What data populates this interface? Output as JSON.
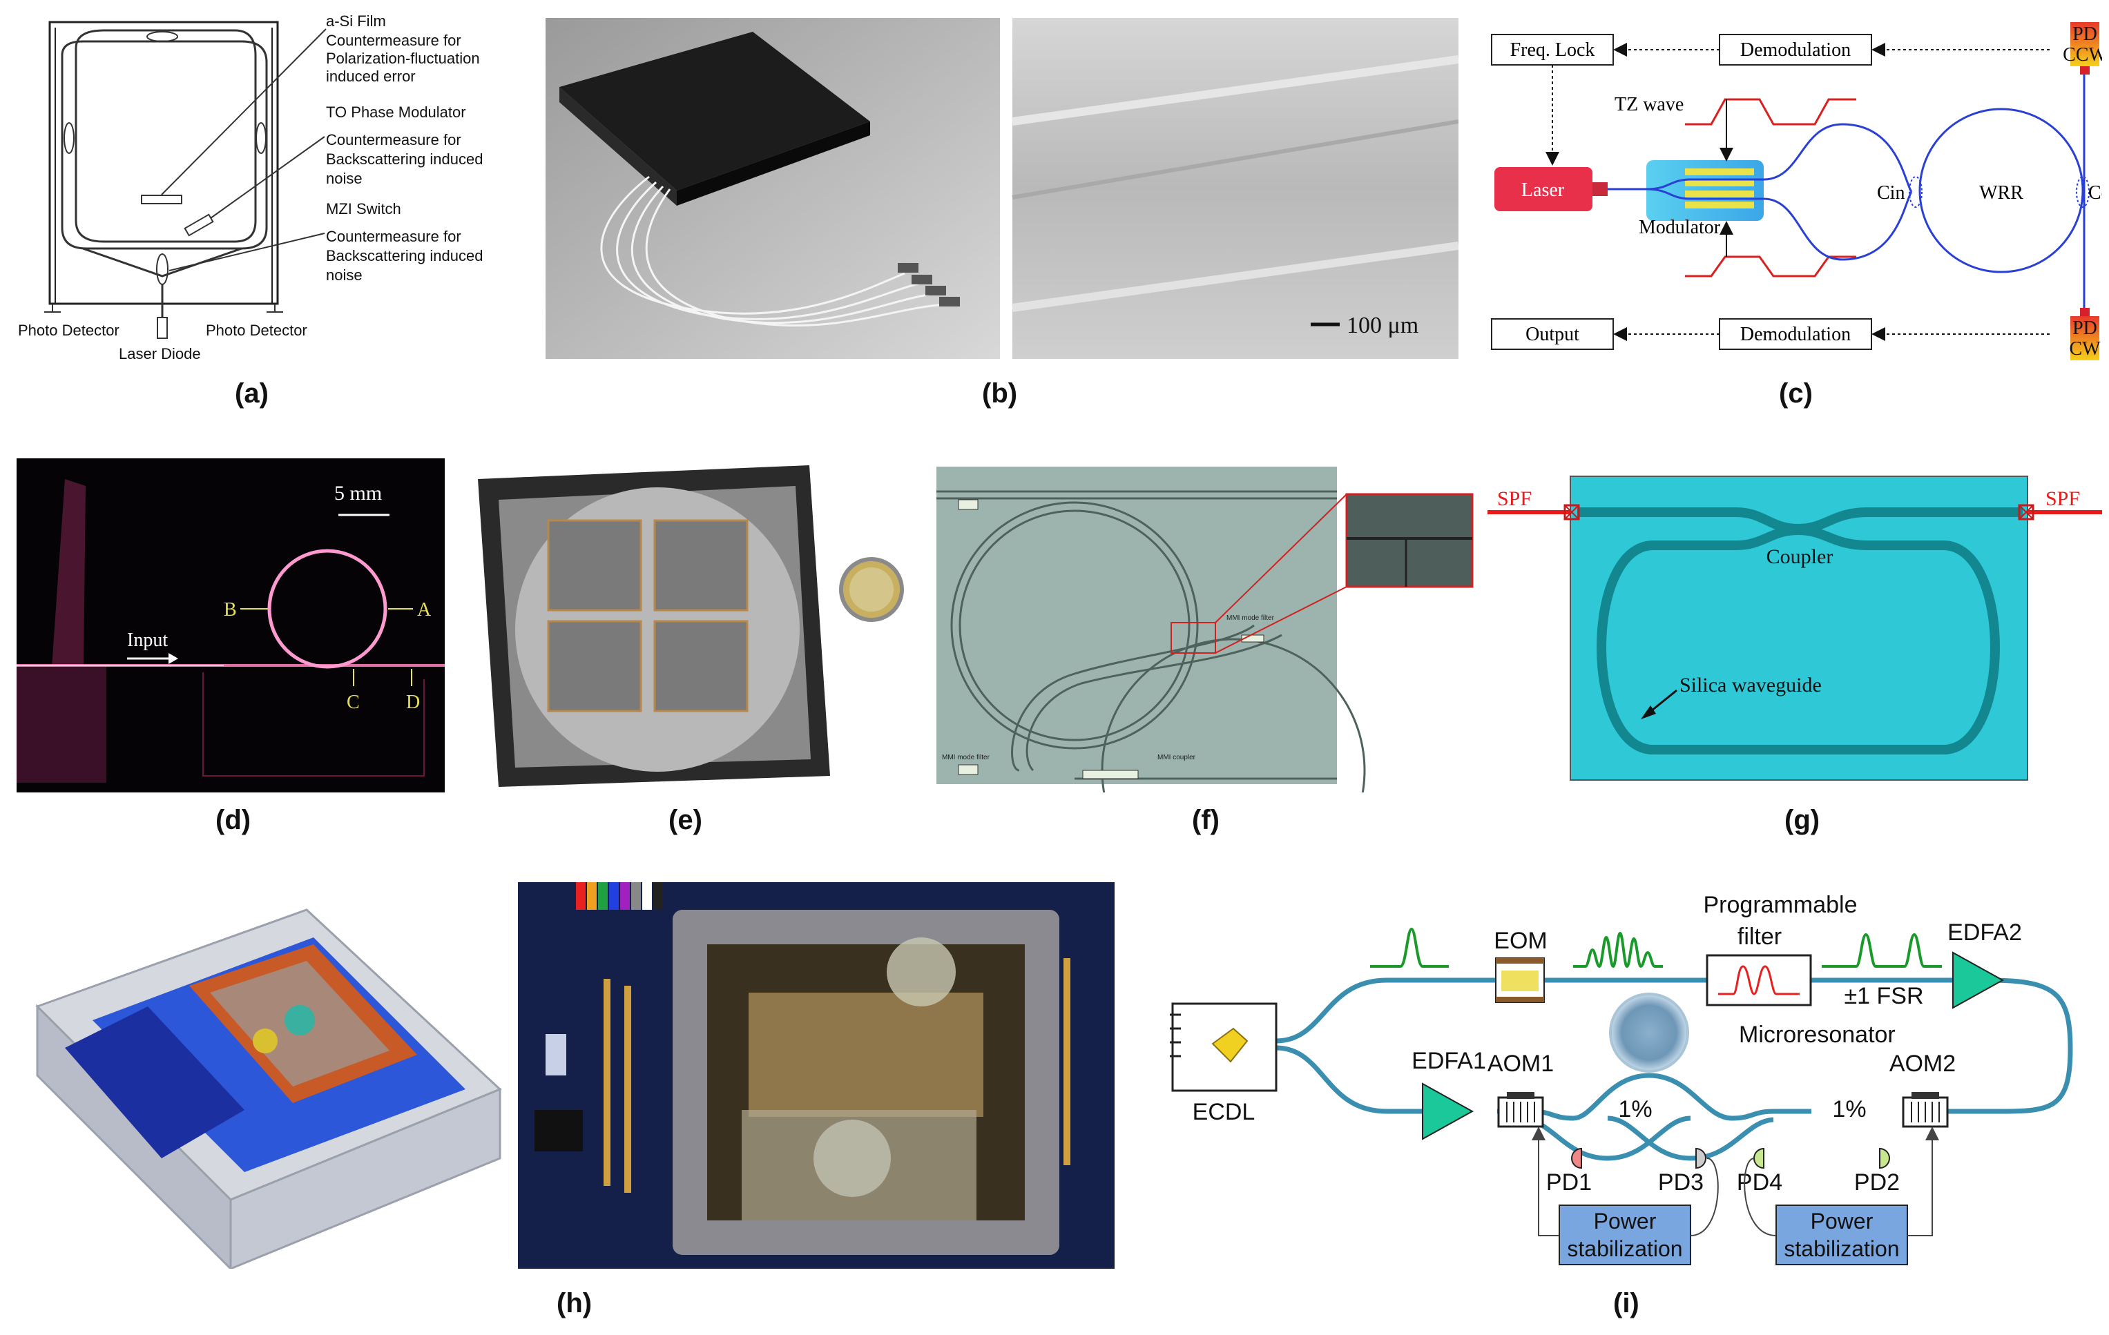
{
  "captions": [
    "(a)",
    "(b)",
    "(c)",
    "(d)",
    "(e)",
    "(f)",
    "(g)",
    "(h)",
    "(i)"
  ],
  "panel_a": {
    "label_asi": "a-Si Film",
    "note_asi": [
      "Countermeasure for",
      "Polarization-fluctuation",
      "induced error"
    ],
    "label_to": "TO Phase Modulator",
    "note_to": [
      "Countermeasure for",
      "Backscattering induced",
      "noise"
    ],
    "label_mzi": "MZI Switch",
    "note_mzi": [
      "Countermeasure for",
      "Backscattering induced",
      "noise"
    ],
    "photo_detector_left": "Photo Detector",
    "photo_detector_right": "Photo Detector",
    "laser_diode": "Laser Diode"
  },
  "panel_b": {
    "scale_bar": "100 μm"
  },
  "panel_c": {
    "freq_lock": "Freq. Lock",
    "demod_top": "Demodulation",
    "demod_bottom": "Demodulation",
    "output": "Output",
    "laser": "Laser",
    "modulator": "Modulator",
    "tz_wave": "TZ wave",
    "cin": "Cin",
    "cout": "Cout",
    "wrr": "WRR",
    "pd_top": "PD",
    "pd_top_sub": "CCW",
    "pd_bottom": "PD",
    "pd_bottom_sub": "CW"
  },
  "panel_d": {
    "scale": "5 mm",
    "input": "Input",
    "A": "A",
    "B": "B",
    "C": "C",
    "D": "D"
  },
  "panel_f": {
    "mmi_filter_1": "MMI mode filter",
    "mmi_filter_2": "MMI mode filter",
    "mmi_coupler": "MMI coupler"
  },
  "panel_g": {
    "spf_left": "SPF",
    "spf_right": "SPF",
    "coupler": "Coupler",
    "waveguide": "Silica waveguide"
  },
  "panel_i": {
    "eom": "EOM",
    "prog_filter_1": "Programmable",
    "prog_filter_2": "filter",
    "edfa2": "EDFA2",
    "fsr": "±1 FSR",
    "microresonator": "Microresonator",
    "ecdl": "ECDL",
    "edfa1": "EDFA1",
    "aom1": "AOM1",
    "aom2": "AOM2",
    "pct_left": "1%",
    "pct_right": "1%",
    "pd1": "PD1",
    "pd2": "PD2",
    "pd3": "PD3",
    "pd4": "PD4",
    "power_stab_1a": "Power",
    "power_stab_1b": "stabilization",
    "power_stab_2a": "Power",
    "power_stab_2b": "stabilization"
  },
  "colors": {
    "red_box": "#e8304a",
    "green_trace": "#1a9a2a",
    "fiber_blue": "#3a8fb0",
    "stab_blue": "#7aa6e0",
    "cyan_panel": "#2ec8d6",
    "circuit_blue": "#2a3fd6"
  }
}
